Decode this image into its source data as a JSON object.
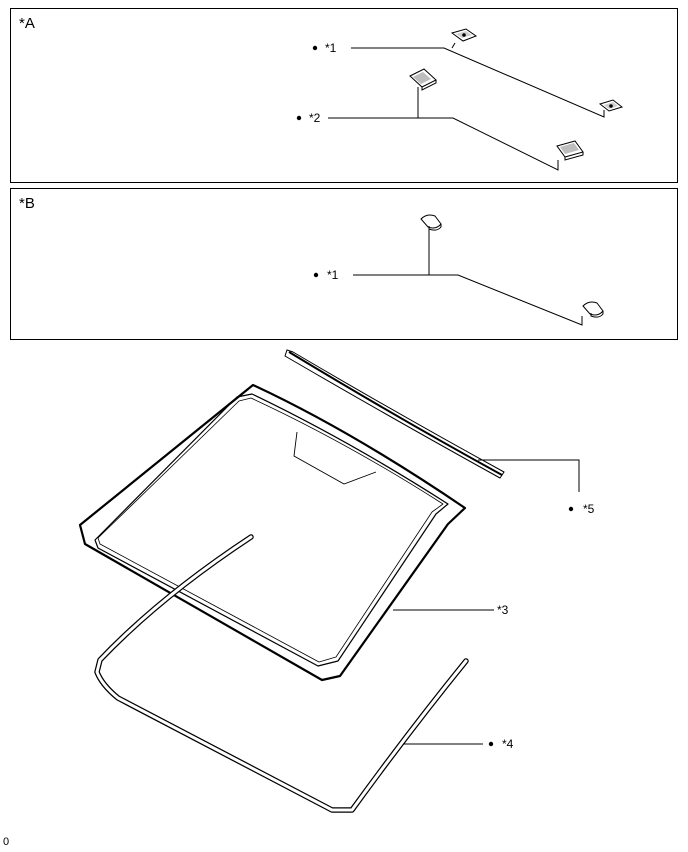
{
  "panels": {
    "a": {
      "label": "*A"
    },
    "b": {
      "label": "*B"
    }
  },
  "callouts": {
    "a1": "*1",
    "a2": "*2",
    "b1": "*1",
    "c3": "*3",
    "c4": "*4",
    "c5": "*5"
  },
  "footer": {
    "code": "0"
  }
}
